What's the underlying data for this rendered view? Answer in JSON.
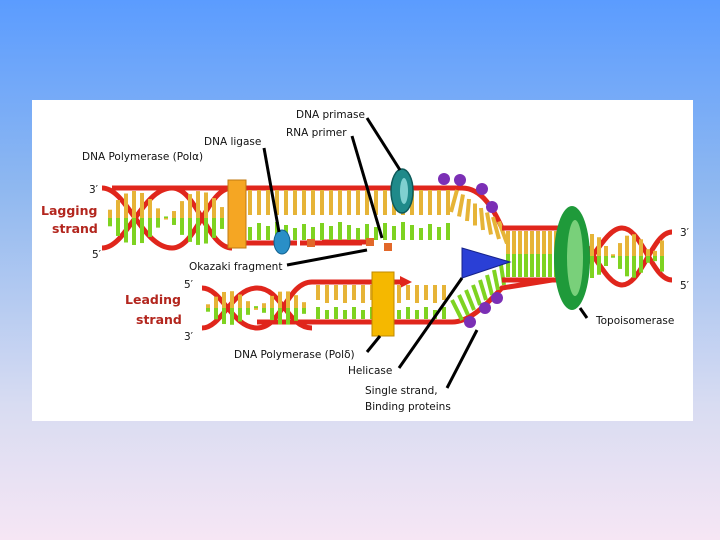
{
  "labels": {
    "dna_primase": "DNA primase",
    "rna_primer": "RNA primer",
    "dna_ligase": "DNA ligase",
    "dna_pol_alpha_prefix": "DNA Polymerase (Pol",
    "alpha_symbol": "α",
    "close_paren": ")",
    "lagging_line1": "Lagging",
    "lagging_line2": "strand",
    "leading_line1": "Leading",
    "leading_line2": "strand",
    "okazaki": "Okazaki fragment",
    "dna_pol_delta": "DNA Polymerase (Polδ)",
    "helicase": "Helicase",
    "ssb_line1": "Single strand,",
    "ssb_line2": "Binding proteins",
    "topoisomerase": "Topoisomerase"
  },
  "ends": {
    "lagging_top": "3′",
    "lagging_bottom": "5′",
    "leading_top": "5′",
    "leading_bottom": "3′",
    "parent_top": "3′",
    "parent_bottom": "5′"
  },
  "colors": {
    "background_top": "#5b9cff",
    "background_bottom": "#f6e6f4",
    "backbone_red": "#e0261c",
    "base_yellow": "#e6b437",
    "base_green": "#7ed321",
    "polymerase": "#f5a623",
    "ligase": "#2a8fc7",
    "primase": "#1f8a8a",
    "helicase": "#2a3fd6",
    "topoisomerase": "#1f9a3a",
    "ssb_protein": "#7b2fb5",
    "primer_orange": "#e2682a"
  }
}
